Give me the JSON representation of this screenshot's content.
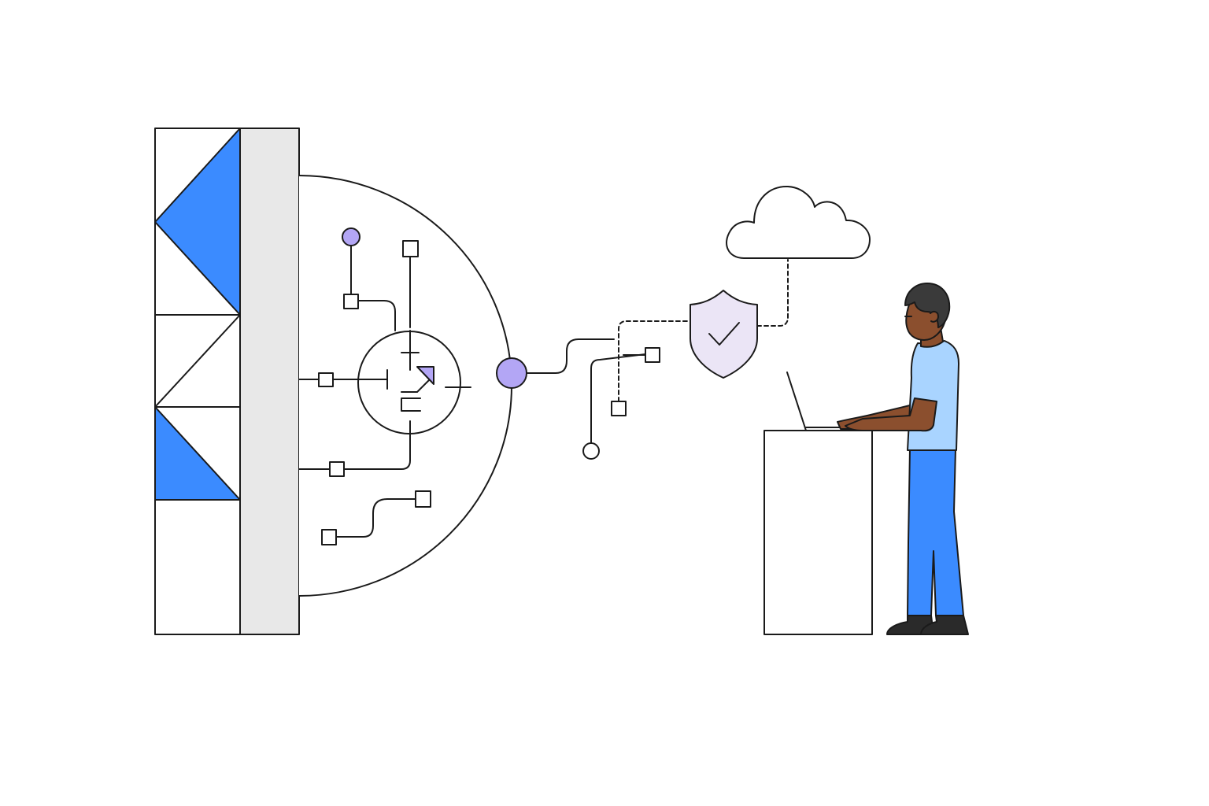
{
  "illustration": {
    "colors": {
      "background": "#ffffff",
      "stroke": "#1a1a1a",
      "blue": "#3b8bff",
      "light_blue": "#a9d4ff",
      "lavender": "#b3a6f5",
      "shield_fill": "#ebe5f6",
      "panel_gray": "#e8e8e8",
      "skin": "#8b4f2e",
      "hair": "#3a3a3a",
      "shoes": "#2a2a2a"
    },
    "icons": [
      "wall-panel",
      "circuit-half-circle",
      "transistor-symbol",
      "connector-node",
      "shield-check-icon",
      "cloud-icon",
      "laptop-icon",
      "standing-desk",
      "person-figure"
    ]
  }
}
